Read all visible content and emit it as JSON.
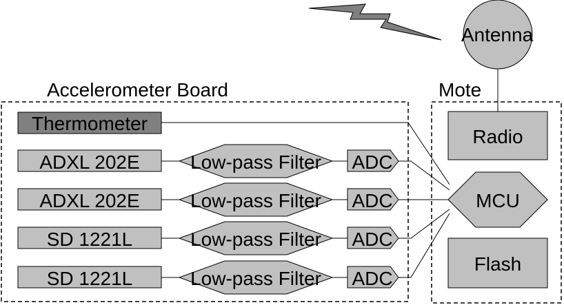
{
  "labels": {
    "accel_board": "Accelerometer Board",
    "mote": "Mote",
    "antenna": "Antenna",
    "thermometer": "Thermometer",
    "radio": "Radio",
    "mcu": "MCU",
    "flash": "Flash"
  },
  "channels": [
    {
      "sensor": "ADXL 202E",
      "filter": "Low-pass Filter",
      "adc": "ADC"
    },
    {
      "sensor": "ADXL 202E",
      "filter": "Low-pass Filter",
      "adc": "ADC"
    },
    {
      "sensor": "SD 1221L",
      "filter": "Low-pass Filter",
      "adc": "ADC"
    },
    {
      "sensor": "SD 1221L",
      "filter": "Low-pass Filter",
      "adc": "ADC"
    }
  ],
  "colors": {
    "box_fill": "#c0c0c0",
    "thermometer_fill": "#808080",
    "lightning_fill": "#808080",
    "stroke": "#000000"
  },
  "icons": [
    "lightning-bolt-icon"
  ]
}
